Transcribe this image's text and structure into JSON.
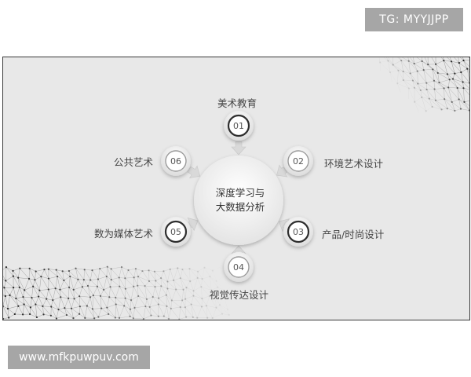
{
  "header_badge": "TG: MYYJJPP",
  "footer_badge": "www.mfkpuwpuv.com",
  "center": {
    "line1": "深度学习与",
    "line2": "大数据分析"
  },
  "nodes": [
    {
      "num": "01",
      "label": "美术教育"
    },
    {
      "num": "02",
      "label": "环境艺术设计"
    },
    {
      "num": "03",
      "label": "产品/时尚设计"
    },
    {
      "num": "04",
      "label": "视觉传达设计"
    },
    {
      "num": "05",
      "label": "数为媒体艺术"
    },
    {
      "num": "06",
      "label": "公共艺术"
    }
  ],
  "colors": {
    "accent_ring": "#2e2e2e",
    "soft_ring": "#9a9a9a",
    "slide_bg": "#e8e8e8"
  }
}
